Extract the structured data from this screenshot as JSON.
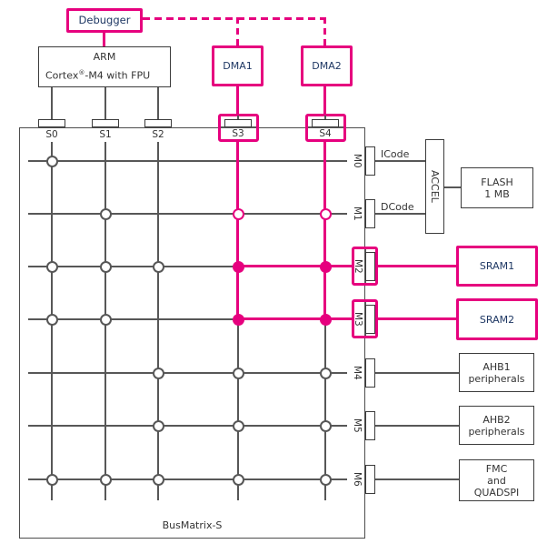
{
  "colors": {
    "highlight": "#E6007E",
    "highlight_text": "#1F3864",
    "line": "#575757",
    "text": "#333333"
  },
  "debugger": {
    "label": "Debugger"
  },
  "arm": {
    "title": "ARM",
    "subtitle_prefix": "Cortex",
    "subtitle_sup": "®",
    "subtitle_suffix": "-M4 with FPU"
  },
  "dma1": {
    "label": "DMA1"
  },
  "dma2": {
    "label": "DMA2"
  },
  "bus_matrix": {
    "label": "BusMatrix-S",
    "slave_ports": {
      "s0": "S0",
      "s1": "S1",
      "s2": "S2",
      "s3": "S3",
      "s4": "S4"
    },
    "master_ports": {
      "m0": "M0",
      "m1": "M1",
      "m2": "M2",
      "m3": "M3",
      "m4": "M4",
      "m5": "M5",
      "m6": "M6"
    },
    "connections": {
      "M0": [
        "S0"
      ],
      "M1": [
        "S1",
        "S3",
        "S4"
      ],
      "M2": [
        "S0",
        "S1",
        "S2",
        "S3",
        "S4"
      ],
      "M3": [
        "S0",
        "S1",
        "S3",
        "S4"
      ],
      "M4": [
        "S2",
        "S3",
        "S4"
      ],
      "M5": [
        "S2",
        "S3",
        "S4"
      ],
      "M6": [
        "S0",
        "S1",
        "S2",
        "S3",
        "S4"
      ]
    },
    "highlighted_slaves": [
      "S3",
      "S4"
    ],
    "highlighted_masters": [
      "M2",
      "M3"
    ],
    "active_switches": [
      [
        "S3",
        "M2"
      ],
      [
        "S4",
        "M2"
      ],
      [
        "S3",
        "M3"
      ],
      [
        "S4",
        "M3"
      ]
    ]
  },
  "bus_labels": {
    "icode": "ICode",
    "dcode": "DCode"
  },
  "accel": {
    "label": "ACCEL"
  },
  "memories": {
    "flash": {
      "line1": "FLASH",
      "line2": "1 MB"
    },
    "sram1": {
      "label": "SRAM1"
    },
    "sram2": {
      "label": "SRAM2"
    },
    "ahb1": {
      "line1": "AHB1",
      "line2": "peripherals"
    },
    "ahb2": {
      "line1": "AHB2",
      "line2": "peripherals"
    },
    "fmc": {
      "line1": "FMC",
      "line2": "and",
      "line3": "QUADSPI"
    }
  }
}
